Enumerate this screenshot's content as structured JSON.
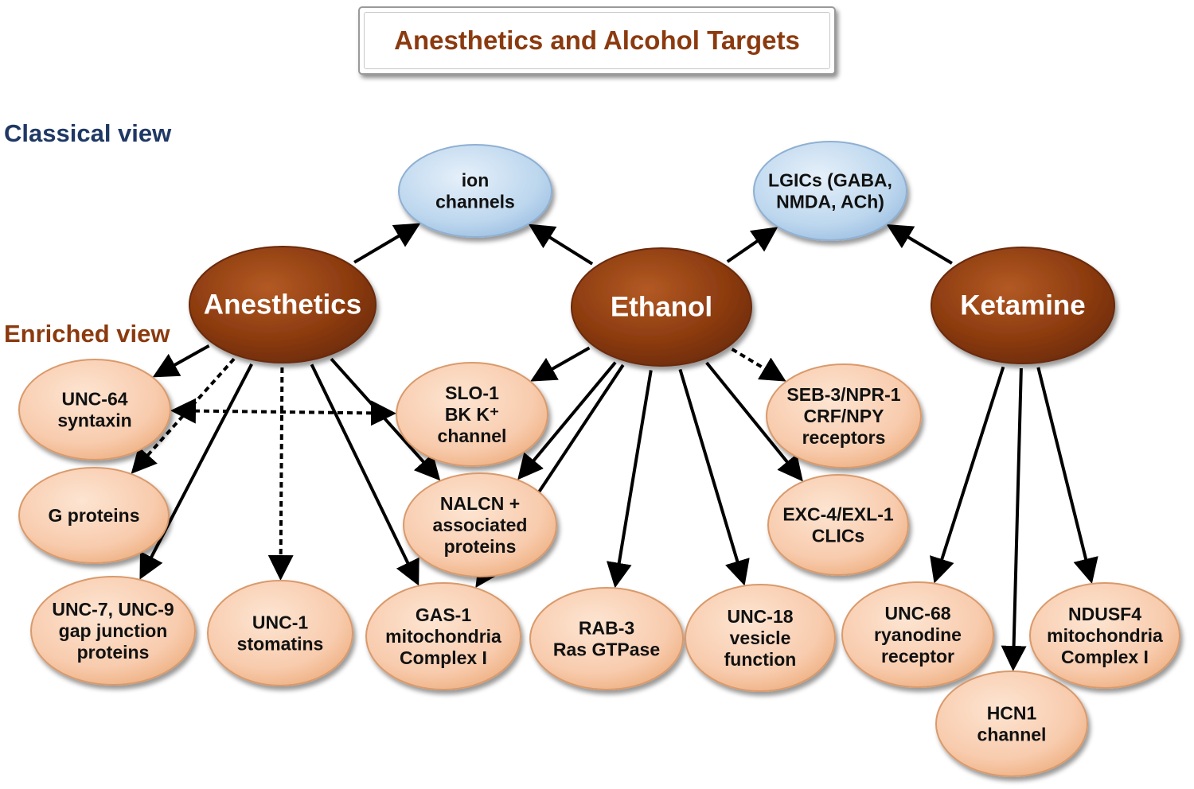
{
  "title": "Anesthetics and Alcohol Targets",
  "labels": {
    "classical_view": "Classical view",
    "enriched_view": "Enriched view"
  },
  "colors": {
    "title_text": "#8B3A0F",
    "classical_label": "#1F3864",
    "enriched_label": "#8B3A0F",
    "drug_node": "#8B3A0F",
    "classical_node": "#BDD7EE",
    "target_node": "#F8CBAD",
    "arrow": "#000000"
  },
  "nodes": [
    {
      "id": "ion-channels",
      "kind": "classic",
      "lines": [
        "ion",
        "channels"
      ]
    },
    {
      "id": "lgics",
      "kind": "classic",
      "lines": [
        "LGICs (GABA,",
        "NMDA, ACh)"
      ]
    },
    {
      "id": "anesthetics",
      "kind": "drug",
      "lines": [
        "Anesthetics"
      ]
    },
    {
      "id": "ethanol",
      "kind": "drug",
      "lines": [
        "Ethanol"
      ]
    },
    {
      "id": "ketamine",
      "kind": "drug",
      "lines": [
        "Ketamine"
      ]
    },
    {
      "id": "unc-64",
      "kind": "target",
      "lines": [
        "UNC-64",
        "syntaxin"
      ]
    },
    {
      "id": "g-proteins",
      "kind": "target",
      "lines": [
        "G proteins"
      ]
    },
    {
      "id": "unc-7-unc-9",
      "kind": "target",
      "lines": [
        "UNC-7, UNC-9",
        "gap junction",
        "proteins"
      ]
    },
    {
      "id": "unc-1",
      "kind": "target",
      "lines": [
        "UNC-1",
        "stomatins"
      ]
    },
    {
      "id": "slo-1",
      "kind": "target",
      "lines": [
        "SLO-1",
        "BK K⁺",
        "channel"
      ]
    },
    {
      "id": "nalcn",
      "kind": "target",
      "lines": [
        "NALCN +",
        "associated",
        "proteins"
      ]
    },
    {
      "id": "gas-1",
      "kind": "target",
      "lines": [
        "GAS-1",
        "mitochondria",
        "Complex I"
      ]
    },
    {
      "id": "rab-3",
      "kind": "target",
      "lines": [
        "RAB-3",
        "Ras GTPase"
      ]
    },
    {
      "id": "unc-18",
      "kind": "target",
      "lines": [
        "UNC-18",
        "vesicle",
        "function"
      ]
    },
    {
      "id": "seb-3",
      "kind": "target",
      "lines": [
        "SEB-3/NPR-1",
        "CRF/NPY",
        "receptors"
      ]
    },
    {
      "id": "exc-4",
      "kind": "target",
      "lines": [
        "EXC-4/EXL-1",
        "CLICs"
      ]
    },
    {
      "id": "unc-68",
      "kind": "target",
      "lines": [
        "UNC-68",
        "ryanodine",
        "receptor"
      ]
    },
    {
      "id": "hcn1",
      "kind": "target",
      "lines": [
        "HCN1",
        "channel"
      ]
    },
    {
      "id": "ndusf4",
      "kind": "target",
      "lines": [
        "NDUSF4",
        "mitochondria",
        "Complex I"
      ]
    }
  ],
  "edges": [
    {
      "from": "anesthetics",
      "to": "ion-channels",
      "style": "solid"
    },
    {
      "from": "ethanol",
      "to": "ion-channels",
      "style": "solid"
    },
    {
      "from": "ethanol",
      "to": "lgics",
      "style": "solid"
    },
    {
      "from": "ketamine",
      "to": "lgics",
      "style": "solid"
    },
    {
      "from": "anesthetics",
      "to": "unc-64",
      "style": "solid"
    },
    {
      "from": "anesthetics",
      "to": "g-proteins",
      "style": "dashed"
    },
    {
      "from": "anesthetics",
      "to": "unc-7-unc-9",
      "style": "solid"
    },
    {
      "from": "anesthetics",
      "to": "unc-1",
      "style": "dashed"
    },
    {
      "from": "anesthetics",
      "to": "gas-1",
      "style": "solid"
    },
    {
      "from": "anesthetics",
      "to": "nalcn",
      "style": "solid"
    },
    {
      "from": "unc-64",
      "to": "slo-1",
      "style": "dashed",
      "bidirectional": true
    },
    {
      "from": "ethanol",
      "to": "slo-1",
      "style": "solid"
    },
    {
      "from": "ethanol",
      "to": "nalcn",
      "style": "solid"
    },
    {
      "from": "ethanol",
      "to": "gas-1",
      "style": "solid"
    },
    {
      "from": "ethanol",
      "to": "rab-3",
      "style": "solid"
    },
    {
      "from": "ethanol",
      "to": "unc-18",
      "style": "solid"
    },
    {
      "from": "ethanol",
      "to": "exc-4",
      "style": "solid"
    },
    {
      "from": "ethanol",
      "to": "seb-3",
      "style": "dashed"
    },
    {
      "from": "ketamine",
      "to": "unc-68",
      "style": "solid"
    },
    {
      "from": "ketamine",
      "to": "hcn1",
      "style": "solid"
    },
    {
      "from": "ketamine",
      "to": "ndusf4",
      "style": "solid"
    }
  ]
}
